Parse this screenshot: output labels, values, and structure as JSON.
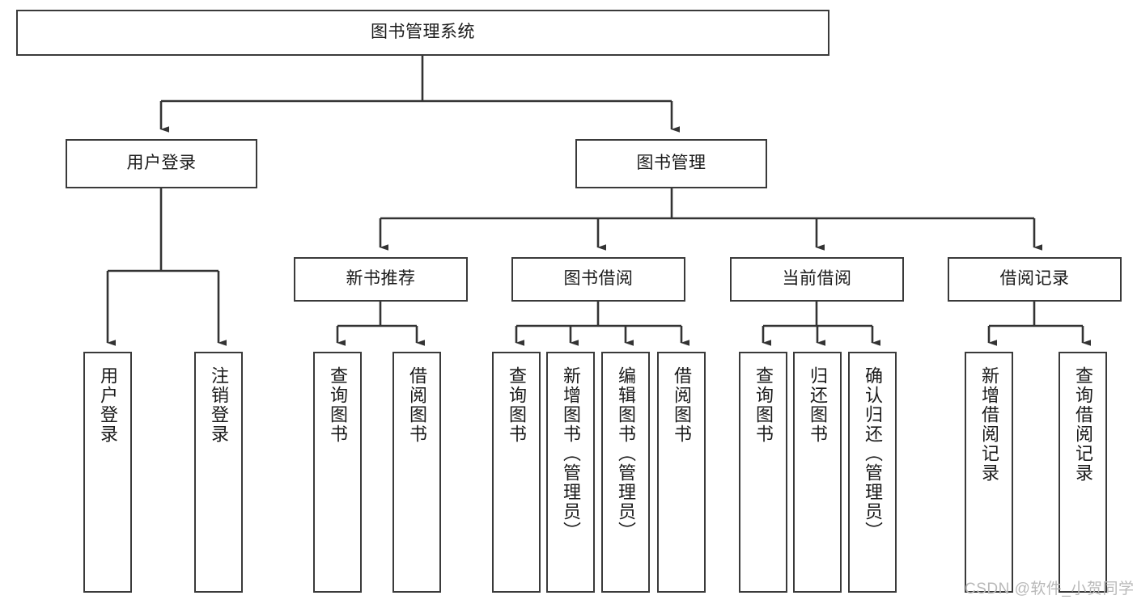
{
  "diagram": {
    "title": "图书管理系统",
    "type": "hierarchy-tree",
    "orientation": "top-down",
    "colors": {
      "box_border": "#3a3a3a",
      "box_fill": "#ffffff",
      "edge": "#333333",
      "text": "#1a1a1a",
      "watermark": "#b9b9b9",
      "background": "#ffffff"
    },
    "watermark": "CSDN @软件_小贺同学",
    "levels": {
      "level1": [
        {
          "id": "root",
          "label": "图书管理系统"
        }
      ],
      "level2": [
        {
          "id": "user-login",
          "label": "用户登录",
          "parent": "root"
        },
        {
          "id": "book-manage",
          "label": "图书管理",
          "parent": "root"
        }
      ],
      "level3": [
        {
          "id": "new-book-rec",
          "label": "新书推荐",
          "parent": "book-manage"
        },
        {
          "id": "book-borrow",
          "label": "图书借阅",
          "parent": "book-manage"
        },
        {
          "id": "current-borrow",
          "label": "当前借阅",
          "parent": "book-manage"
        },
        {
          "id": "borrow-record",
          "label": "借阅记录",
          "parent": "book-manage"
        }
      ],
      "leaves": [
        {
          "id": "leaf-user-login",
          "label": "用户登录",
          "parent": "user-login"
        },
        {
          "id": "leaf-user-logout",
          "label": "注销登录",
          "parent": "user-login"
        },
        {
          "id": "leaf-query-book-1",
          "label": "查询图书",
          "parent": "new-book-rec"
        },
        {
          "id": "leaf-borrow-book-1",
          "label": "借阅图书",
          "parent": "new-book-rec"
        },
        {
          "id": "leaf-query-book-2",
          "label": "查询图书",
          "parent": "book-borrow"
        },
        {
          "id": "leaf-add-book",
          "label": "新增图书（管理员）",
          "parent": "book-borrow"
        },
        {
          "id": "leaf-edit-book",
          "label": "编辑图书（管理员）",
          "parent": "book-borrow"
        },
        {
          "id": "leaf-borrow-book-2",
          "label": "借阅图书",
          "parent": "book-borrow"
        },
        {
          "id": "leaf-query-book-3",
          "label": "查询图书",
          "parent": "current-borrow"
        },
        {
          "id": "leaf-return-book",
          "label": "归还图书",
          "parent": "current-borrow"
        },
        {
          "id": "leaf-confirm-return",
          "label": "确认归还（管理员）",
          "parent": "current-borrow"
        },
        {
          "id": "leaf-add-record",
          "label": "新增借阅记录",
          "parent": "borrow-record"
        },
        {
          "id": "leaf-query-record",
          "label": "查询借阅记录",
          "parent": "borrow-record"
        }
      ]
    }
  }
}
